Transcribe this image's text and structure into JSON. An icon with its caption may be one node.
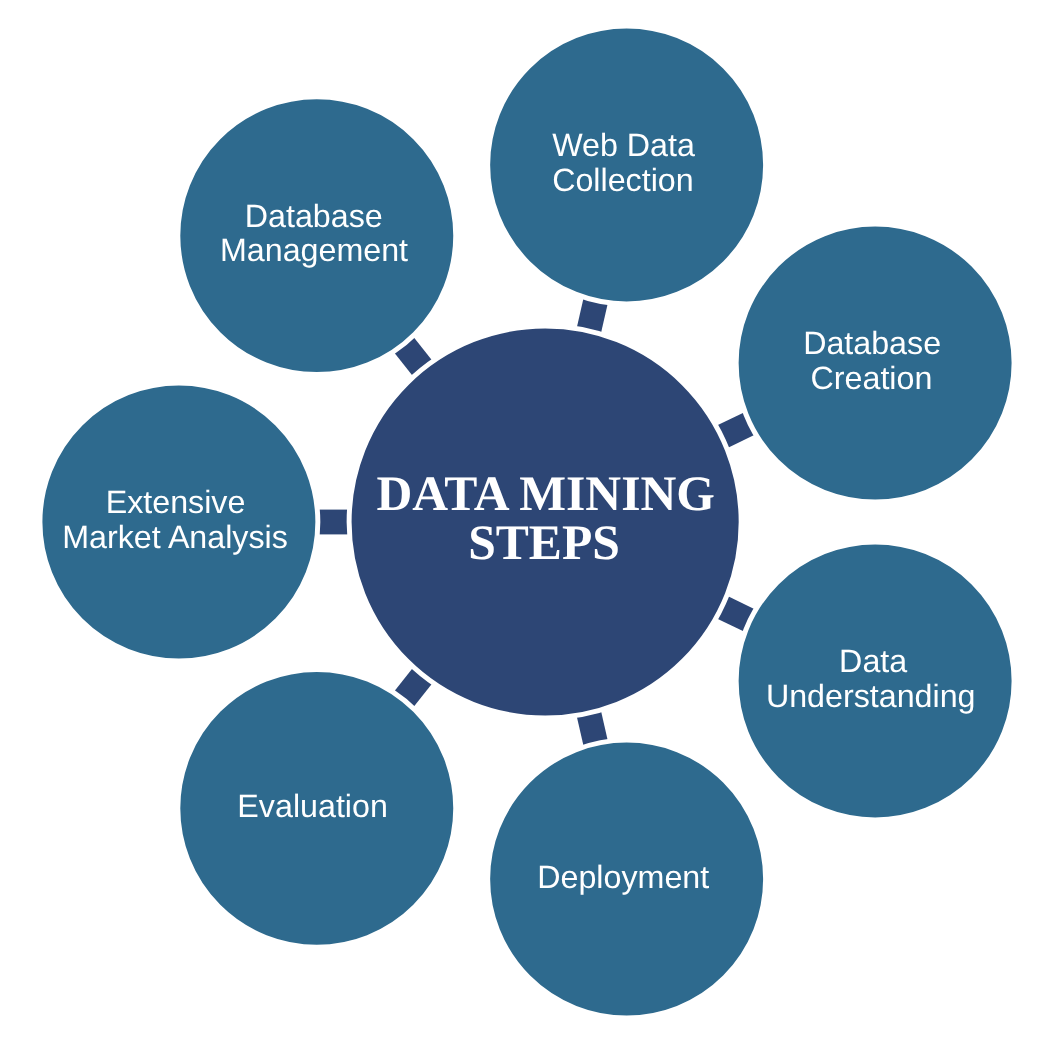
{
  "diagram": {
    "nodes": [
      {
        "text": [
          "DATA MINING STEPS"
        ]
      },
      {
        "text": [
          "Database Creation"
        ]
      },
      {
        "text": [
          "Web Data Collection"
        ]
      },
      {
        "text": [
          "Database Management"
        ]
      },
      {
        "text": [
          "Extensive Market Analysis"
        ]
      },
      {
        "text": [
          "Evaluation"
        ]
      },
      {
        "text": [
          "Deployment"
        ]
      },
      {
        "text": [
          "Data Understanding"
        ]
      }
    ],
    "edges": [
      {
        "from": 0,
        "to": 1,
        "arrow": "none"
      },
      {
        "from": 0,
        "to": 2,
        "arrow": "none"
      },
      {
        "from": 0,
        "to": 3,
        "arrow": "none"
      },
      {
        "from": 0,
        "to": 4,
        "arrow": "none"
      },
      {
        "from": 0,
        "to": 5,
        "arrow": "none"
      },
      {
        "from": 0,
        "to": 6,
        "arrow": "none"
      },
      {
        "from": 0,
        "to": 7,
        "arrow": "none"
      }
    ]
  }
}
